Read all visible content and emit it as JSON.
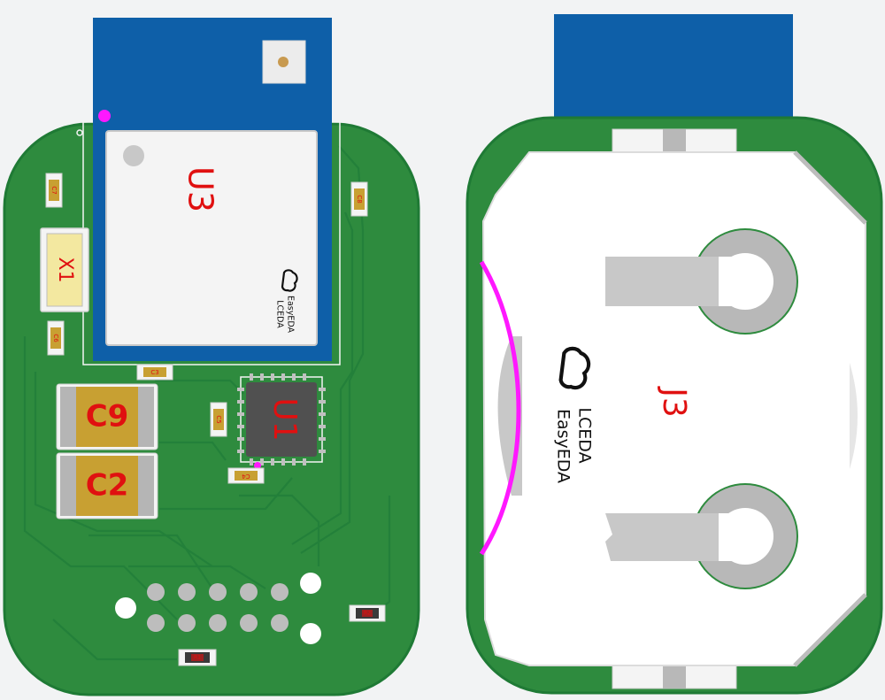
{
  "colors": {
    "background": "#f2f3f4",
    "pcb": "#2e8b3e",
    "pcb_edge": "#1f7a35",
    "trace": "#23803a",
    "module_blue": "#0e5fa8",
    "shield": "#f4f4f4",
    "designator_red": "#e01010",
    "silk_magenta": "#ff18ff",
    "cap_body": "#c8a032",
    "chip_dark": "#505050",
    "holder_white": "#ffffff",
    "holder_gray": "#b8b8b8"
  },
  "front_board": {
    "module": {
      "designator": "U3",
      "logo_line1": "LCEDA",
      "logo_line2": "EasyEDA",
      "logo_icon": "lceda-cloud-logo-icon",
      "antenna_pad": "antenna-pad-icon"
    },
    "crystal": {
      "designator": "X1"
    },
    "chip": {
      "designator": "U1"
    },
    "capacitors_large": [
      {
        "designator": "C9"
      },
      {
        "designator": "C2"
      }
    ],
    "passives_small": [
      {
        "designator": "C7"
      },
      {
        "designator": "C6"
      },
      {
        "designator": "C8"
      },
      {
        "designator": "C3"
      },
      {
        "designator": "C5"
      },
      {
        "designator": "C4"
      },
      {
        "designator": "R2"
      },
      {
        "designator": "R1"
      }
    ],
    "connector_pads": "header-pads-icon"
  },
  "back_board": {
    "battery_holder": {
      "designator": "J3",
      "logo_line1": "LCEDA",
      "logo_line2": "EasyEDA",
      "logo_icon": "lceda-cloud-logo-icon"
    }
  }
}
